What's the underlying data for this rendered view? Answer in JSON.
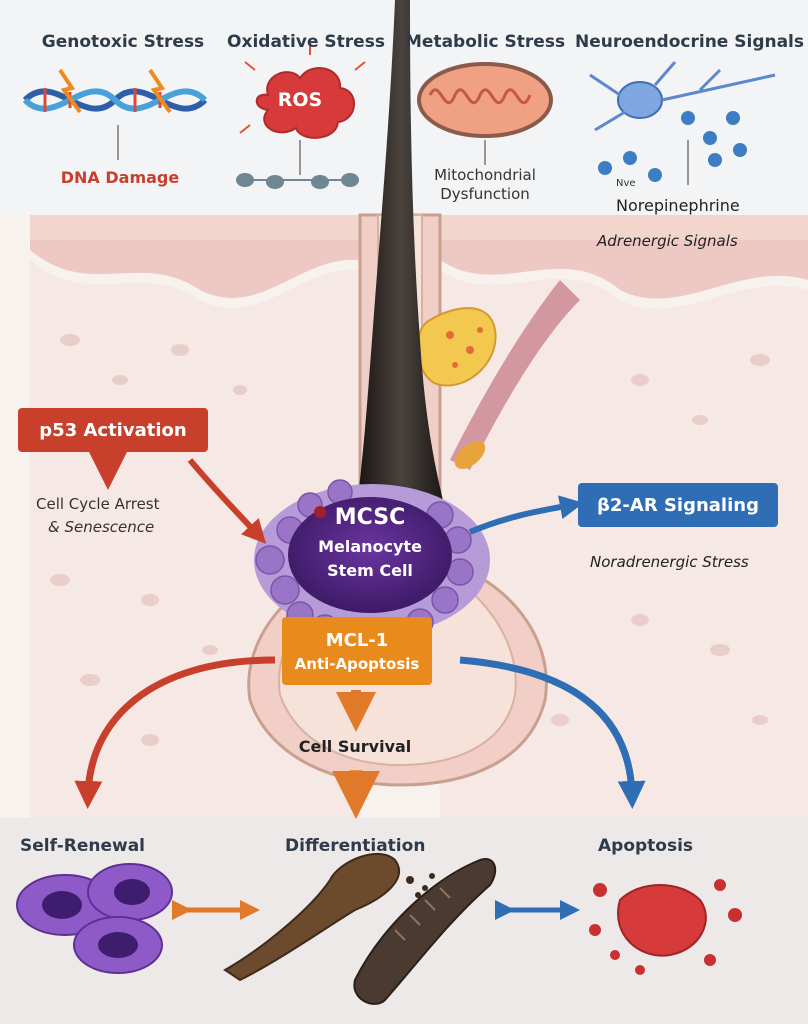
{
  "stressors": {
    "genotoxic": "Genotoxic Stress",
    "oxidative": "Oxidative Stress",
    "metabolic": "Metabolic Stress",
    "neuroendocrine": "Neuroendocrine Signals"
  },
  "labels": {
    "dna_damage": "DNA Damage",
    "ros": "ROS",
    "mito_line1": "Mitochondrial",
    "mito_line2": "Dysfunction",
    "nve": "Nve",
    "norepinephrine": "Norepinephrine",
    "adrenergic": "Adrenergic Signals",
    "p53": "p53 Activation",
    "arrest_line1": "Cell Cycle Arrest",
    "arrest_line2": "& Senescence",
    "b2ar": "β2-AR Signaling",
    "noradrenergic": "Noradrenergic Stress",
    "mcsc": "MCSC",
    "mcsc_line1": "Melanocyte",
    "mcsc_line2": "Stem Cell",
    "mcl1": "MCL-1",
    "anti_apoptosis": "Anti-Apoptosis",
    "cell_survival": "Cell Survival",
    "self_renewal": "Self-Renewal",
    "differentiation": "Differentiation",
    "apoptosis": "Apoptosis"
  },
  "colors": {
    "p53_box": "#c8402c",
    "b2ar_box": "#2f6db5",
    "mcl1_box": "#e98a1c",
    "mcsc": "#5b2c8a",
    "dna_damage_text": "#c8402c",
    "skin": "#f2d9d3",
    "hair": "#2b2624",
    "dark_text": "#2f3b4a"
  }
}
